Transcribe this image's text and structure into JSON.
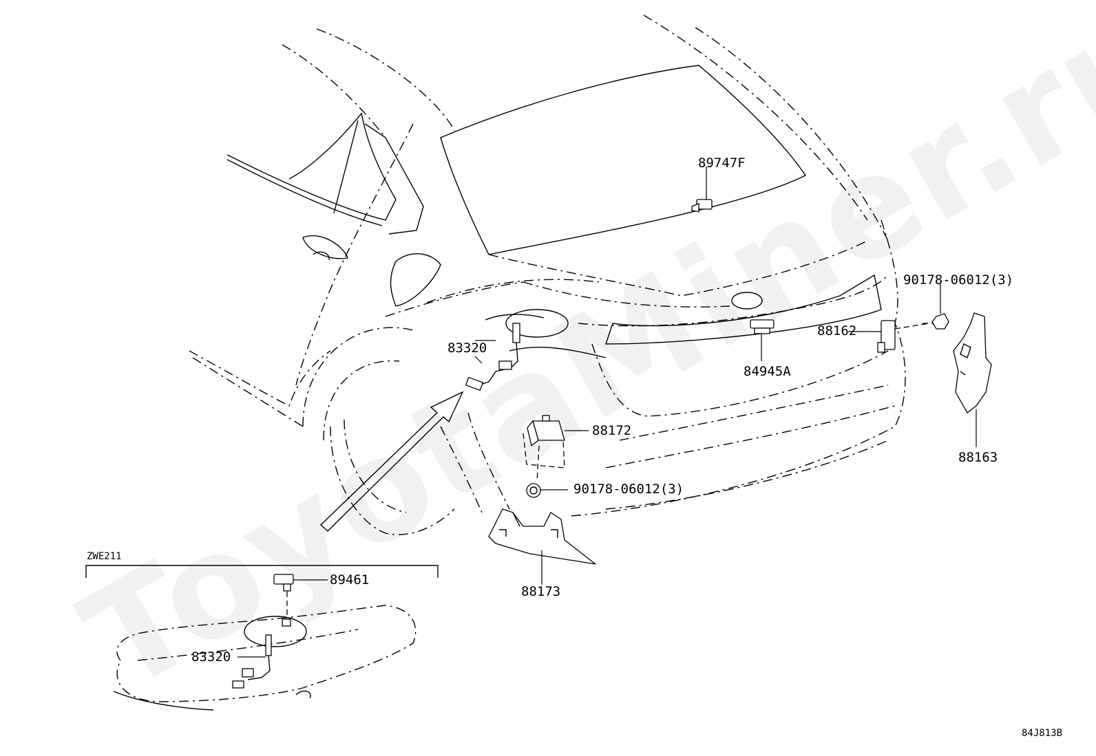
{
  "watermark": "ToyotaMiner.ru",
  "diagram_id": "84J813B",
  "inset": {
    "label": "ZWE211"
  },
  "callouts": {
    "p89747F": "89747F",
    "p90178_right": "90178-06012(3)",
    "p88162": "88162",
    "p84945A": "84945A",
    "p83320_main": "83320",
    "p88172": "88172",
    "p90178_lower": "90178-06012(3)",
    "p88173": "88173",
    "p88163": "88163",
    "p89461": "89461",
    "p83320_inset": "83320"
  }
}
